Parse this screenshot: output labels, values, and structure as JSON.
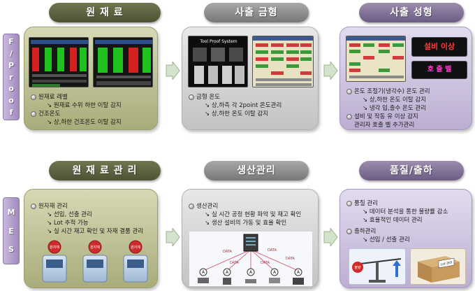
{
  "header_top": {
    "pill1": "원 재 료",
    "pill2": "사출 금형",
    "pill3": "사출 성형"
  },
  "header_bottom": {
    "pill1": "원 재 료  관 리",
    "pill2": "생산관리",
    "pill3": "품질/출하"
  },
  "side_tabs": {
    "top": [
      "F",
      "/",
      "P",
      "r",
      "o",
      "o",
      "f"
    ],
    "bottom": [
      "M",
      "E",
      "S"
    ]
  },
  "top_panel1": {
    "lines": [
      {
        "type": "head",
        "text": "원재료 레벨"
      },
      {
        "type": "sub",
        "text": "원재료 수위 하한 이탈 감지"
      },
      {
        "type": "head",
        "text": "건조온도"
      },
      {
        "type": "sub",
        "text": "상,하한 건조온도 이탈 감지"
      }
    ]
  },
  "top_panel2": {
    "screen_title": "Tool Proof System",
    "lines": [
      {
        "type": "head",
        "text": "금형 온도"
      },
      {
        "type": "sub",
        "text": "상,하측 각 2point 온도관리"
      },
      {
        "type": "sub",
        "text": "상,하한 온도 이탈 감지"
      }
    ]
  },
  "top_panel3": {
    "sign_text_1": "설비 이상",
    "sign_text_2": "호 출 벨",
    "lines": [
      {
        "type": "head",
        "text": "온도 조절기(냉각수) 온도 관리"
      },
      {
        "type": "sub",
        "text": "상,하한 온도 이탈 감지"
      },
      {
        "type": "sub",
        "text": "냉각 입,출수 온도 관리"
      },
      {
        "type": "head",
        "text": "설비 및 작동 유 이상 감지"
      },
      {
        "type": "plain",
        "text": "관리자 호출 벨 추가관리"
      }
    ]
  },
  "bottom_panel1": {
    "lines": [
      {
        "type": "head",
        "text": "원자재 관리"
      },
      {
        "type": "sub",
        "text": "선입, 선출 관리"
      },
      {
        "type": "sub",
        "text": "Lot 추적 가능"
      },
      {
        "type": "sub",
        "text": "실 시간 재고 확인 및 자재 결품 관리"
      }
    ],
    "terminals": [
      "원자재",
      "원자재",
      "원자재"
    ]
  },
  "bottom_panel2": {
    "lines": [
      {
        "type": "head",
        "text": "생산관리"
      },
      {
        "type": "sub",
        "text": "실 시간 공정 현황 파악 및 재고 확인"
      },
      {
        "type": "sub",
        "text": "생산 설비의 가동 및 효율 확인"
      }
    ],
    "data_labels": [
      "DATA",
      "DATA",
      "DATA",
      "DATA",
      "DATA"
    ],
    "node_labels": [
      "A",
      "A",
      "A",
      "A",
      "A"
    ]
  },
  "bottom_panel3": {
    "lines": [
      {
        "type": "head",
        "text": "품질 관리"
      },
      {
        "type": "sub",
        "text": "데이터 분석을 통한 불량률 감소"
      },
      {
        "type": "sub",
        "text": "효율적인 데이터 관리"
      },
      {
        "type": "head",
        "text": "출하관리"
      },
      {
        "type": "sub",
        "text": "선입 / 선출 관리"
      }
    ],
    "box_label": "Lot 관리",
    "scale_label": "불량"
  },
  "colors": {
    "olive": "#6f7650",
    "gray": "#8e8e8e",
    "purple": "#8574a0",
    "arrow": "#cfe0c6"
  }
}
